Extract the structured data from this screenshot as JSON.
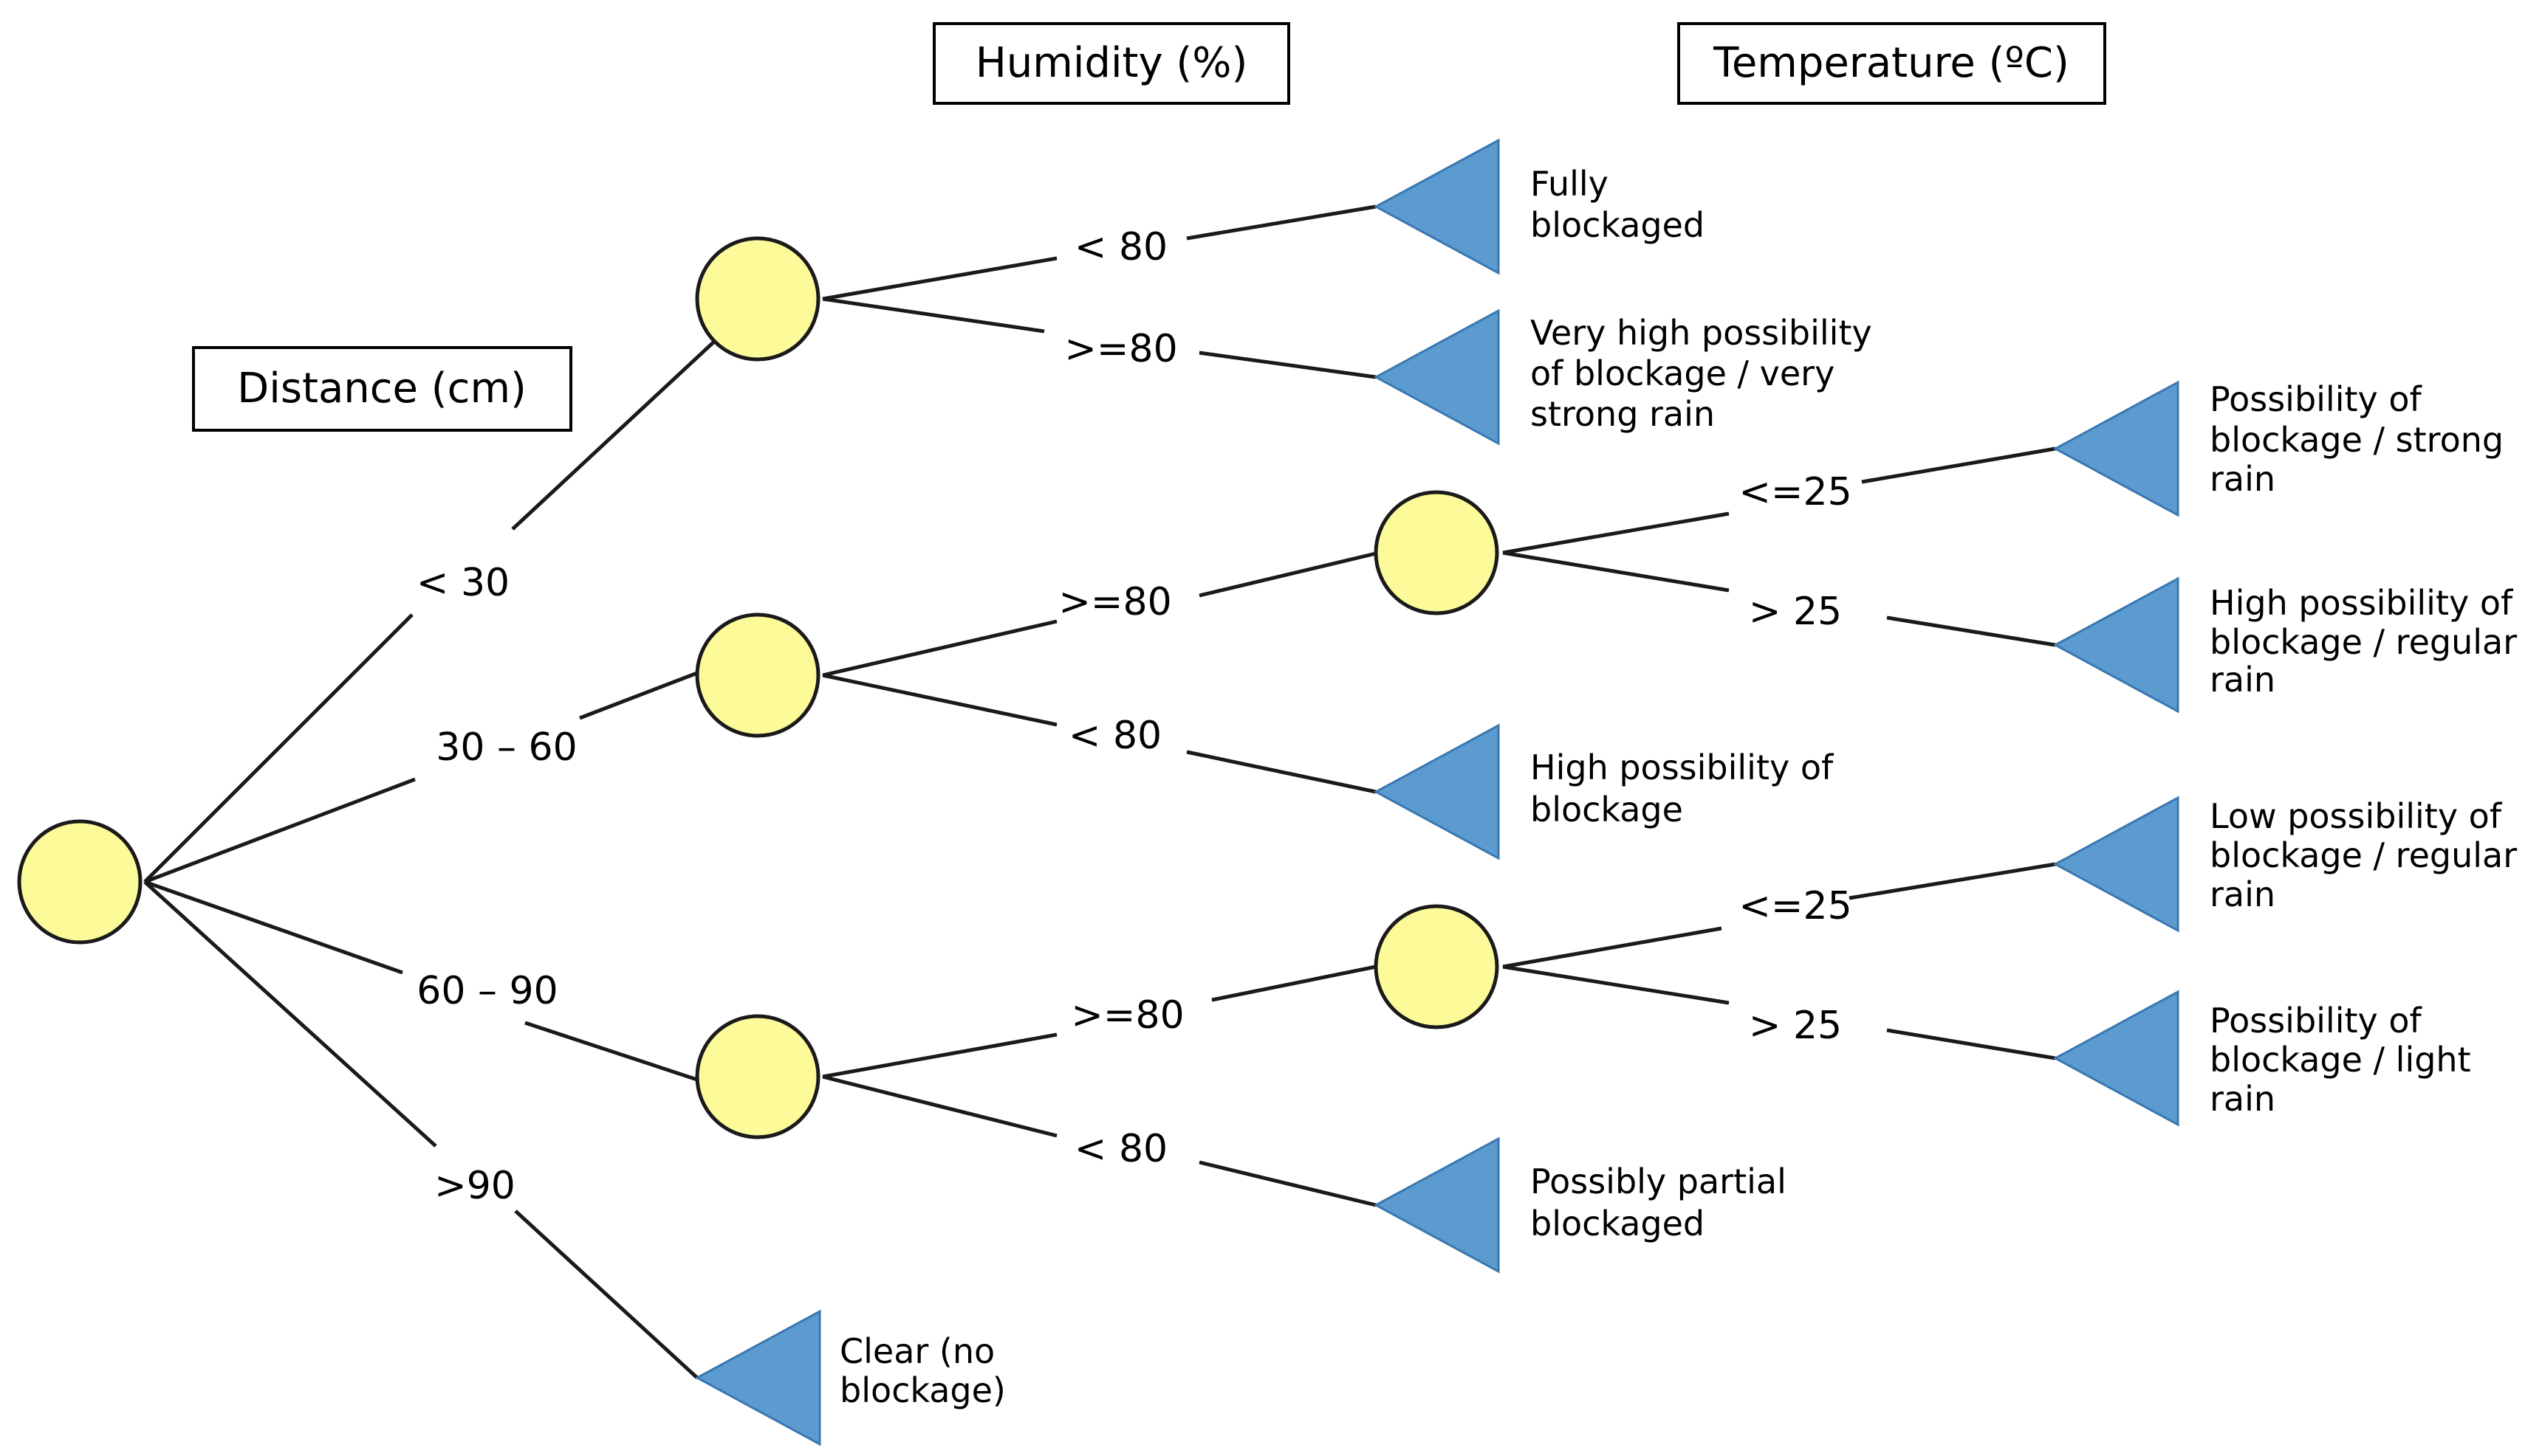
{
  "headers": {
    "distance": "Distance (cm)",
    "humidity": "Humidity (%)",
    "temperature": "Temperature (ºC)"
  },
  "colors": {
    "decision_node": "#fdfa9a",
    "leaf_node": "#5b9bd0",
    "edge": "#1a1a1a"
  },
  "edge_labels": {
    "dist_lt30": "< 30",
    "dist_30_60": "30 – 60",
    "dist_60_90": "60 – 90",
    "dist_gt90": ">90",
    "h1_lt80": "< 80",
    "h1_ge80": ">=80",
    "h2_ge80": ">=80",
    "h2_lt80": "< 80",
    "h3_ge80": ">=80",
    "h3_lt80": "< 80",
    "t1_le25": "<=25",
    "t1_gt25": "> 25",
    "t2_le25": "<=25",
    "t2_gt25": "> 25"
  },
  "leaves": {
    "fully_blockaged": [
      "Fully",
      "blockaged"
    ],
    "very_high": [
      "Very high possibility",
      "of blockage / very",
      "strong rain"
    ],
    "possibility_strong": [
      "Possibility of",
      "blockage / strong",
      "rain"
    ],
    "high_regular": [
      "High possibility of",
      "blockage / regular",
      "rain"
    ],
    "high_possibility": [
      "High possibility of",
      "blockage"
    ],
    "low_regular": [
      "Low possibility of",
      "blockage / regular",
      "rain"
    ],
    "possibility_light": [
      "Possibility of",
      "blockage / light",
      "rain"
    ],
    "partial": [
      "Possibly partial",
      "blockaged"
    ],
    "clear": [
      "Clear (no",
      "blockage)"
    ]
  }
}
